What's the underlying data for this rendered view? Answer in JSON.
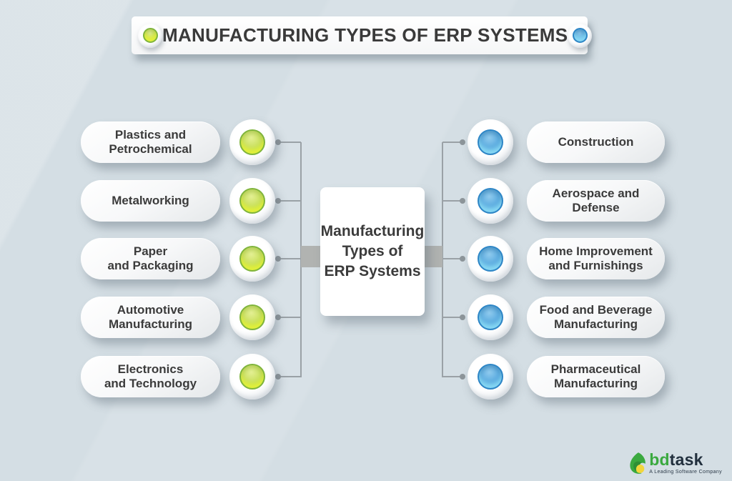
{
  "title": {
    "text": "MANUFACTURING TYPES OF ERP SYSTEMS"
  },
  "center_box": {
    "text": "Manufacturing\nTypes of\nERP Systems"
  },
  "left_items": [
    {
      "label": "Plastics and\nPetrochemical"
    },
    {
      "label": "Metalworking"
    },
    {
      "label": "Paper\nand Packaging"
    },
    {
      "label": "Automotive\nManufacturing"
    },
    {
      "label": "Electronics\nand Technology"
    }
  ],
  "right_items": [
    {
      "label": "Construction"
    },
    {
      "label": "Aerospace and\nDefense"
    },
    {
      "label": "Home Improvement\nand Furnishings"
    },
    {
      "label": "Food and Beverage\nManufacturing"
    },
    {
      "label": "Pharmaceutical\nManufacturing"
    }
  ],
  "icons": {
    "left_bullet": "green-circle",
    "right_bullet": "blue-circle"
  },
  "colors": {
    "background": "#d4dee4",
    "green_bullet": "#bad84c",
    "green_border": "#7fb43c",
    "blue_bullet": "#479cd7",
    "blue_border": "#2e86c6",
    "band_gray": "#b1b3b1",
    "line_gray": "#9aa1a6",
    "text_dark": "#3b3b3b"
  },
  "logo": {
    "brand_prefix": "bd",
    "brand_suffix": "task",
    "tagline": "A Leading Software Company"
  }
}
